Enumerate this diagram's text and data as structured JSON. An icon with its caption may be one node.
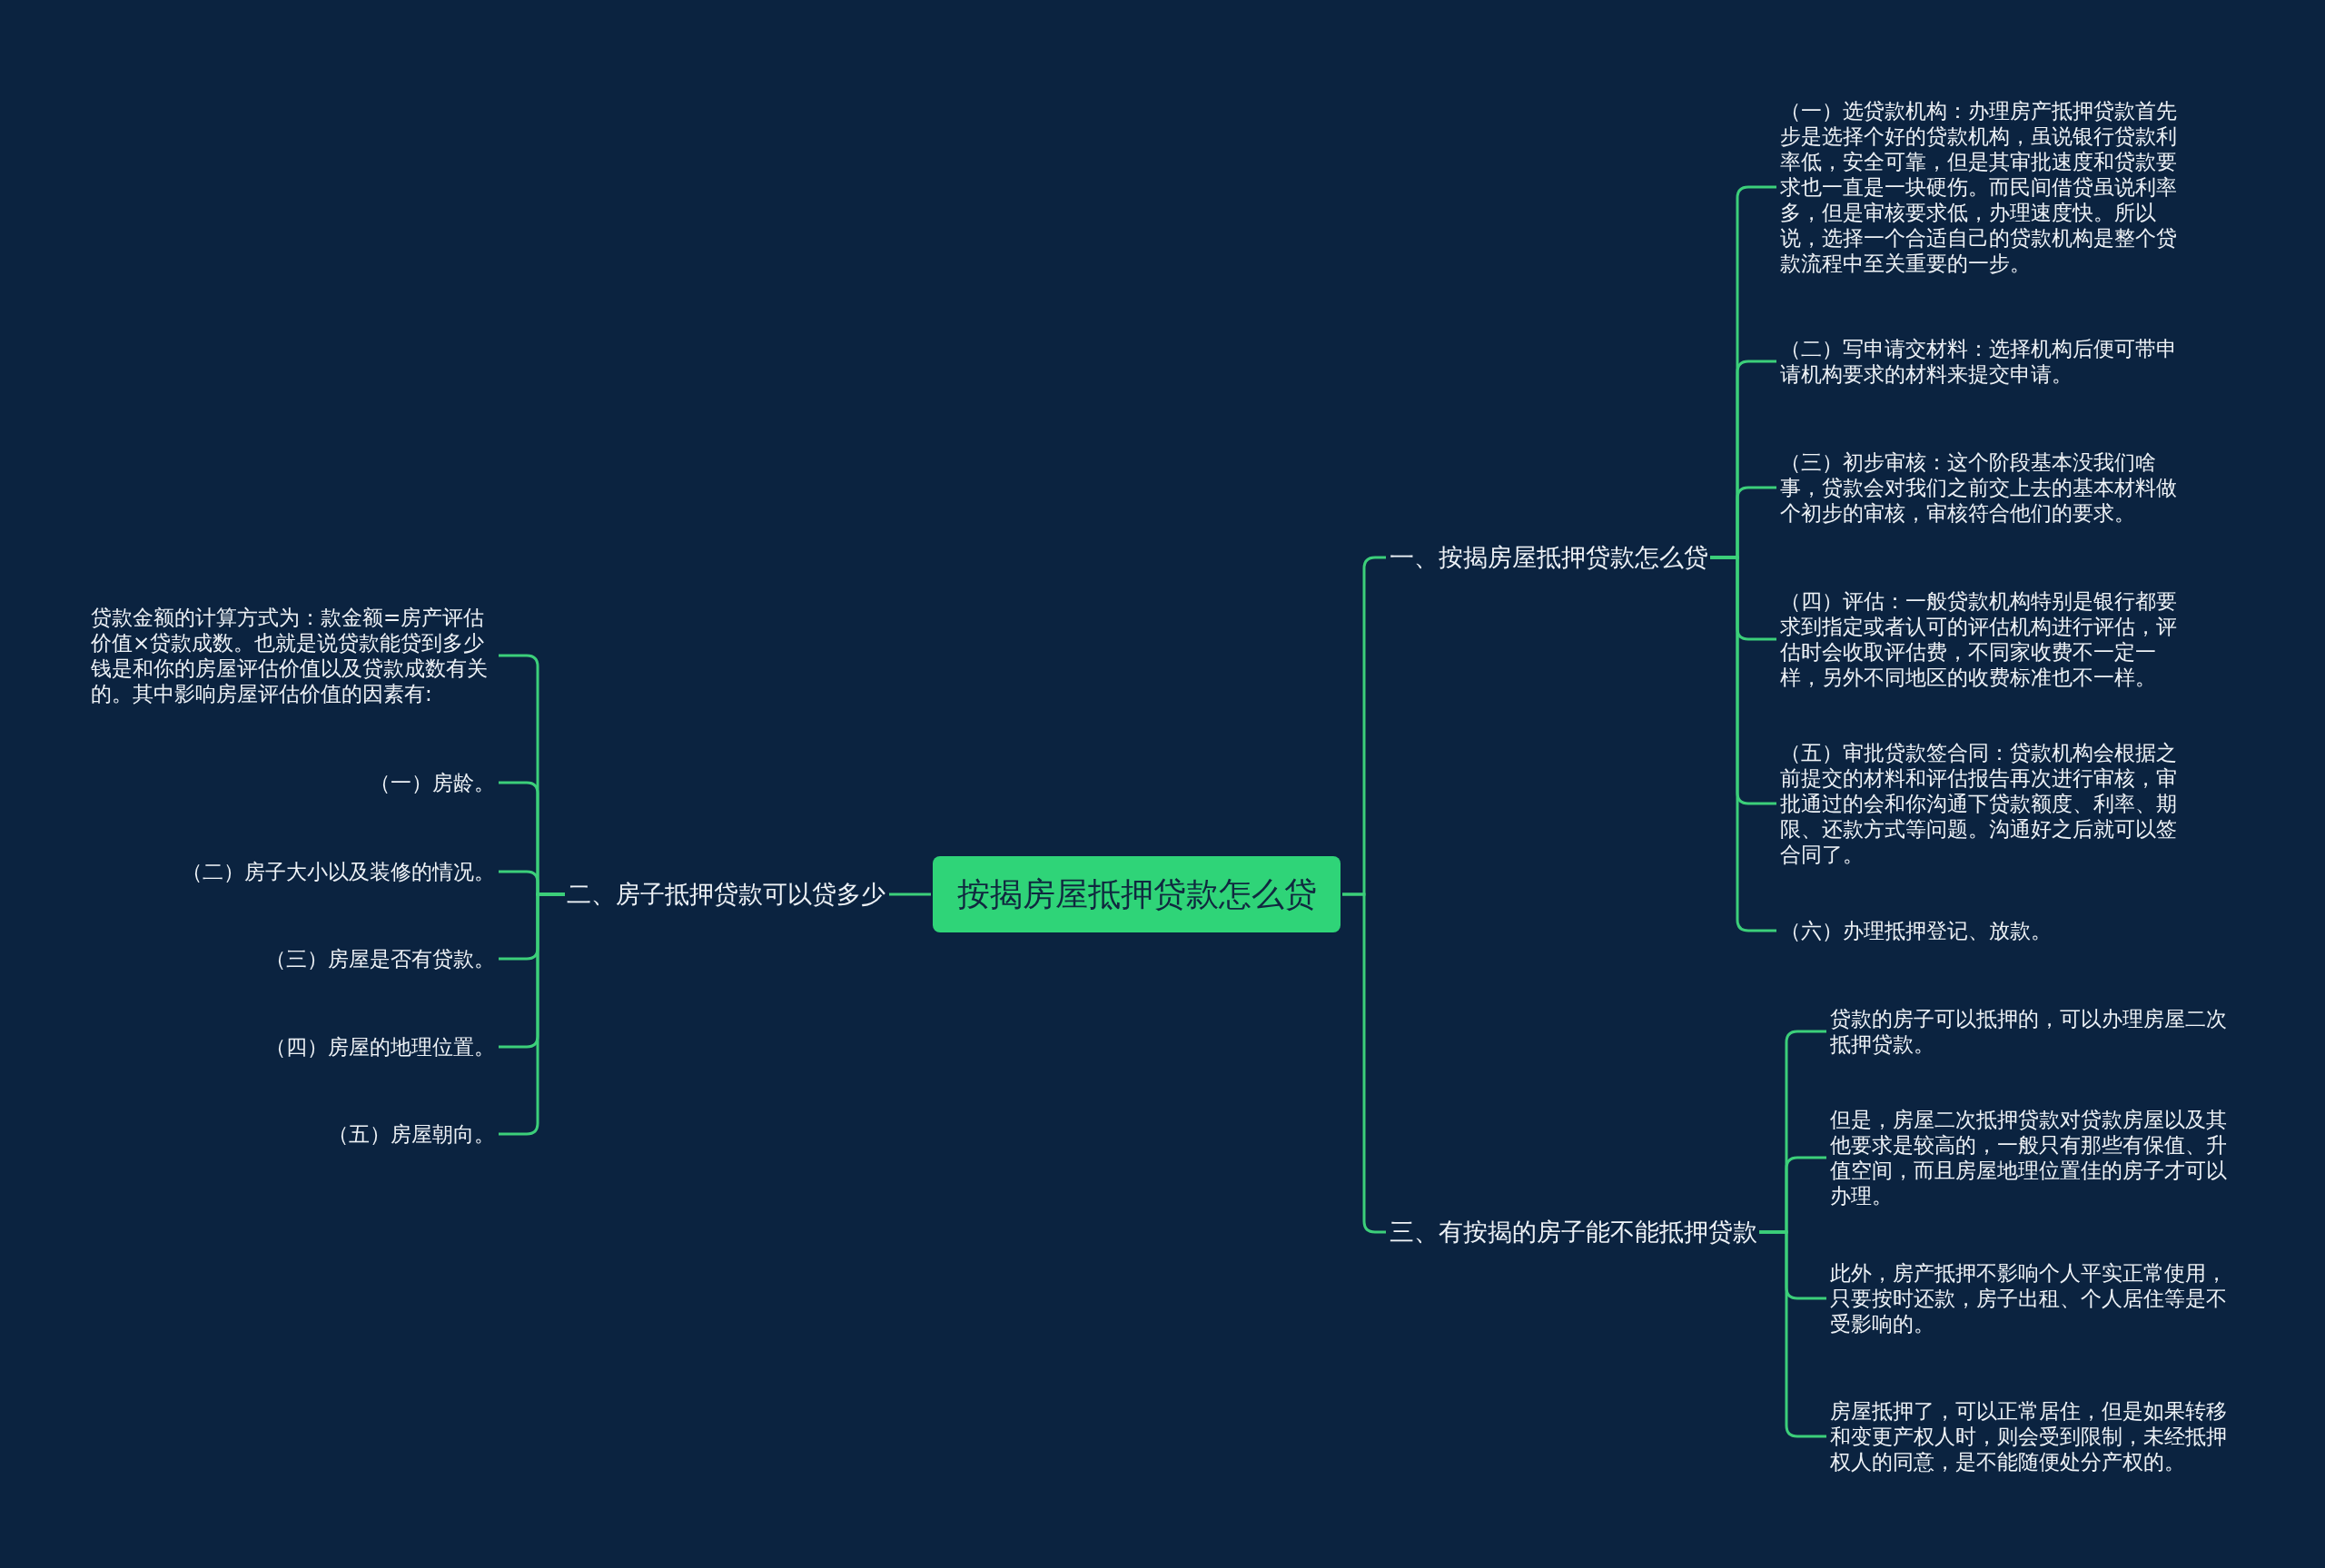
{
  "diagram": {
    "nodes": [
      {
        "text": [
          "按揭房屋抵押贷款怎么贷"
        ]
      },
      {
        "text": [
          "一、按揭房屋抵押贷款怎么贷"
        ]
      },
      {
        "text": [
          "（一）选贷款机构：办理房产抵押贷款首先步是选择个好的贷款机构，虽说银行贷款利率低，安全可靠，但是其审批速度和贷款要求也一直是一块硬伤。而民间借贷虽说利率多，但是审核要求低，办理速度快。所以说，选择一个合适自己的贷款机构是整个贷款流程中至关重要的一步。"
        ]
      },
      {
        "text": [
          "（二）写申请交材料：选择机构后便可带申请机构要求的材料来提交申请。"
        ]
      },
      {
        "text": [
          "（三）初步审核：这个阶段基本没我们啥事，贷款会对我们之前交上去的基本材料做个初步的审核，审核符合他们的要求。"
        ]
      },
      {
        "text": [
          "（四）评估：一般贷款机构特别是银行都要求到指定或者认可的评估机构进行评估，评估时会收取评估费，不同家收费不一定一样，另外不同地区的收费标准也不一样。"
        ]
      },
      {
        "text": [
          "（五）审批贷款签合同：贷款机构会根据之前提交的材料和评估报告再次进行审核，审批通过的会和你沟通下贷款额度、利率、期限、还款方式等问题。沟通好之后就可以签合同了。"
        ]
      },
      {
        "text": [
          "（六）办理抵押登记、放款。"
        ]
      },
      {
        "text": [
          "二、房子抵押贷款可以贷多少"
        ]
      },
      {
        "text": [
          "贷款金额的计算方式为：款金额=房产评估价值×贷款成数。也就是说贷款能贷到多少钱是和你的房屋评估价值以及贷款成数有关的。其中影响房屋评估价值的因素有:"
        ]
      },
      {
        "text": [
          "（一）房龄。"
        ]
      },
      {
        "text": [
          "（二）房子大小以及装修的情况。"
        ]
      },
      {
        "text": [
          "（三）房屋是否有贷款。"
        ]
      },
      {
        "text": [
          "（四）房屋的地理位置。"
        ]
      },
      {
        "text": [
          "（五）房屋朝向。"
        ]
      },
      {
        "text": [
          "三、有按揭的房子能不能抵押贷款"
        ]
      },
      {
        "text": [
          "贷款的房子可以抵押的，可以办理房屋二次抵押贷款。"
        ]
      },
      {
        "text": [
          "但是，房屋二次抵押贷款对贷款房屋以及其他要求是较高的，一般只有那些有保值、升值空间，而且房屋地理位置佳的房子才可以办理。"
        ]
      },
      {
        "text": [
          "此外，房产抵押不影响个人平实正常使用，只要按时还款，房子出租、个人居住等是不受影响的。"
        ]
      },
      {
        "text": [
          "房屋抵押了，可以正常居住，但是如果转移和变更产权人时，则会受到限制，未经抵押权人的同意，是不能随便处分产权的。"
        ]
      }
    ],
    "edges": [
      {
        "from": 0,
        "to": 1,
        "arrow": "none"
      },
      {
        "from": 0,
        "to": 8,
        "arrow": "none"
      },
      {
        "from": 0,
        "to": 15,
        "arrow": "none"
      },
      {
        "from": 1,
        "to": 2,
        "arrow": "none"
      },
      {
        "from": 1,
        "to": 3,
        "arrow": "none"
      },
      {
        "from": 1,
        "to": 4,
        "arrow": "none"
      },
      {
        "from": 1,
        "to": 5,
        "arrow": "none"
      },
      {
        "from": 1,
        "to": 6,
        "arrow": "none"
      },
      {
        "from": 1,
        "to": 7,
        "arrow": "none"
      },
      {
        "from": 8,
        "to": 9,
        "arrow": "none"
      },
      {
        "from": 8,
        "to": 10,
        "arrow": "none"
      },
      {
        "from": 8,
        "to": 11,
        "arrow": "none"
      },
      {
        "from": 8,
        "to": 12,
        "arrow": "none"
      },
      {
        "from": 8,
        "to": 13,
        "arrow": "none"
      },
      {
        "from": 8,
        "to": 14,
        "arrow": "none"
      },
      {
        "from": 15,
        "to": 16,
        "arrow": "none"
      },
      {
        "from": 15,
        "to": 17,
        "arrow": "none"
      },
      {
        "from": 15,
        "to": 18,
        "arrow": "none"
      },
      {
        "from": 15,
        "to": 19,
        "arrow": "none"
      }
    ]
  }
}
